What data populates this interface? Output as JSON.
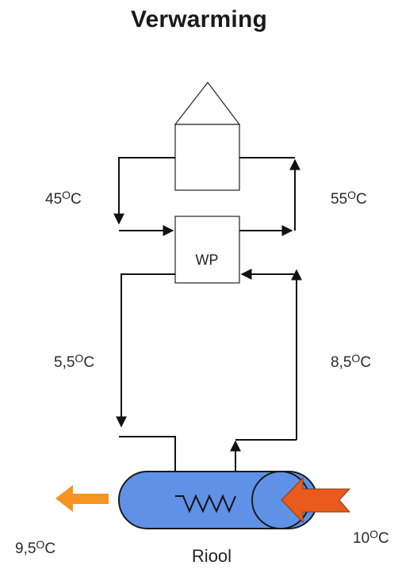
{
  "title": "Verwarming",
  "heat_pump_label": "WP",
  "sewer_label": "Riool",
  "temperatures": {
    "supply_hot": {
      "value": "55",
      "unit": "C",
      "deg": "O"
    },
    "return_hot": {
      "value": "45",
      "unit": "C",
      "deg": "O"
    },
    "source_in": {
      "value": "8,5",
      "unit": "C",
      "deg": "O"
    },
    "source_out": {
      "value": "5,5",
      "unit": "C",
      "deg": "O"
    },
    "sewer_in": {
      "value": "10",
      "unit": "C",
      "deg": "O"
    },
    "sewer_out": {
      "value": "9,5",
      "unit": "C",
      "deg": "O"
    }
  },
  "colors": {
    "sewer_pipe": "#5f92e6",
    "inflow_arrow": "#ea5a1c",
    "outflow_arrow": "#f59420"
  }
}
